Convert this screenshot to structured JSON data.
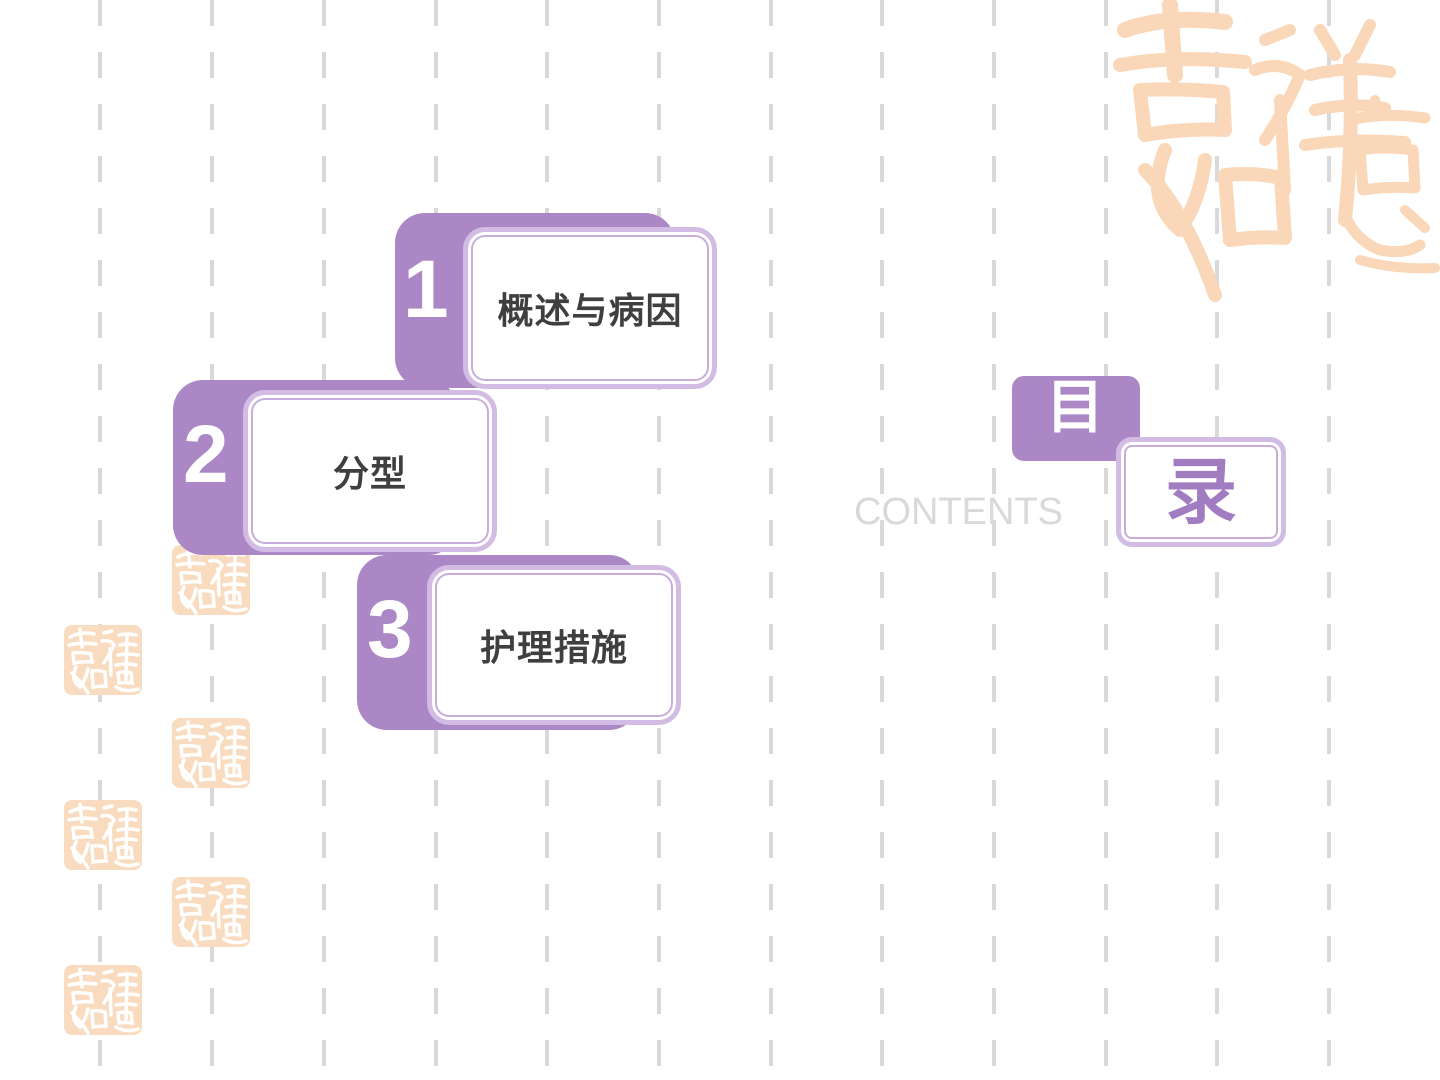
{
  "title": {
    "char_1": "目",
    "char_2": "录",
    "subtitle": "CONTENTS"
  },
  "menu": {
    "items": [
      {
        "number": "1",
        "label": "概述与病因"
      },
      {
        "number": "2",
        "label": "分型"
      },
      {
        "number": "3",
        "label": "护理措施"
      }
    ]
  },
  "decorations": {
    "seal_icon": "auspicious-seal-icon",
    "calligraphy_icon": "calligraphy-jixiangruyi-icon"
  },
  "colors": {
    "accent_purple": "#ab87c6",
    "card_border": "#d2bce3",
    "seal_peach": "#f9dcc0",
    "label_text": "#3f3f3f",
    "guide_gray": "#d9d9d9"
  }
}
